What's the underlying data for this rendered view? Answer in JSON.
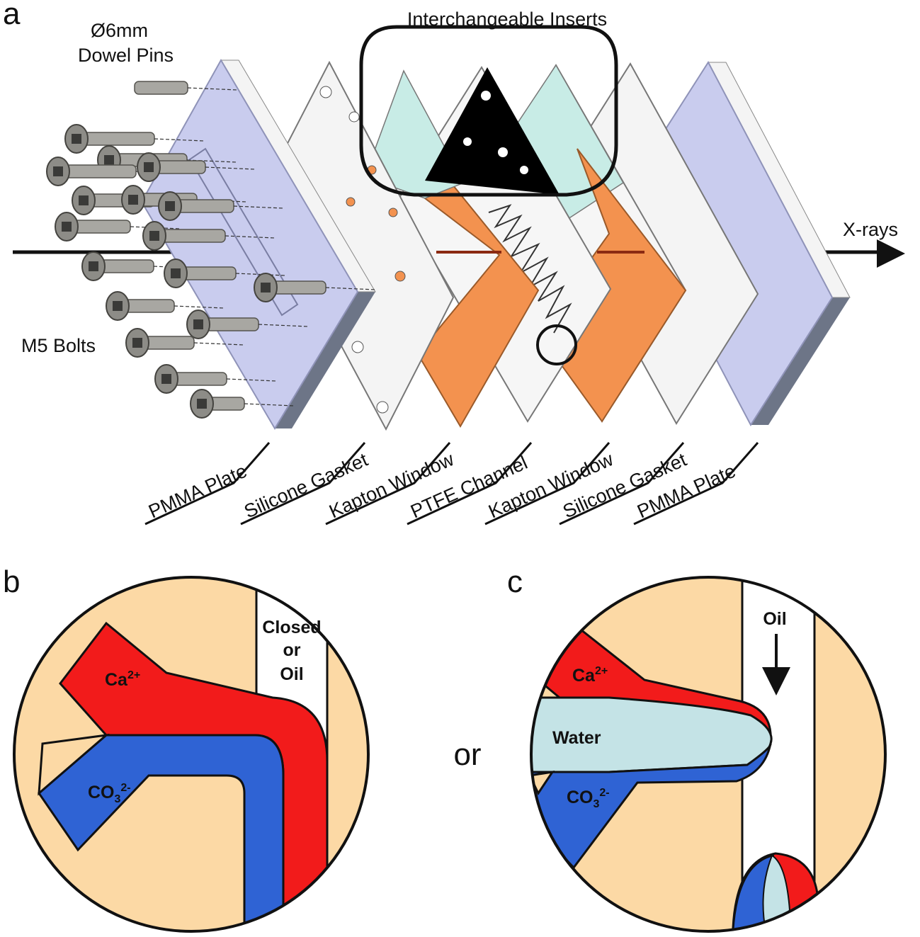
{
  "panels": {
    "a": "a",
    "b": "b",
    "c": "c"
  },
  "panel_a": {
    "dowel_pins_line1": "Ø6mm",
    "dowel_pins_line2": "Dowel Pins",
    "bolts": "M5 Bolts",
    "inserts": "Interchangeable Inserts",
    "xrays": "X-rays",
    "layers": [
      "PMMA Plate",
      "Silicone Gasket",
      "Kapton Window",
      "PTFE Channel",
      "Kapton Window",
      "Silicone Gasket",
      "PMMA Plate"
    ]
  },
  "panel_b": {
    "ca": "Ca",
    "ca_sup": "2+",
    "co3": "CO",
    "co3_sub": "3",
    "co3_sup": "2-",
    "outlet_line1": "Closed",
    "outlet_line2": "or",
    "outlet_line3": "Oil"
  },
  "connector": "or",
  "panel_c": {
    "oil": "Oil",
    "water": "Water",
    "ca": "Ca",
    "ca_sup": "2+",
    "co3": "CO",
    "co3_sub": "3",
    "co3_sup": "2-"
  },
  "colors": {
    "pmma": "#c9ccee",
    "gasket": "#f2f2f2",
    "ptfe": "#f3924f",
    "kapton": "#c8ece6",
    "insert": "#000000",
    "background_material": "#fcd9a5",
    "calcium": "#f21b1b",
    "carbonate": "#2f63d4",
    "water": "#c4e3e6"
  }
}
